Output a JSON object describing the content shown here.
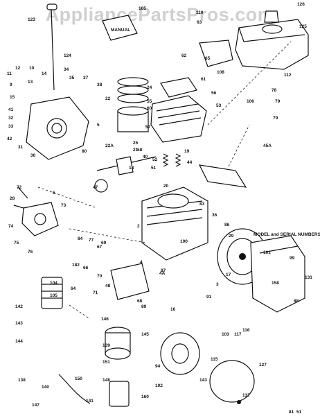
{
  "watermark": "AppliancePartsPros.com",
  "model_note": "MODEL and SERIAL NUMBERS HERE",
  "labels": [
    "165",
    "110",
    "126",
    "125",
    "123",
    "63",
    "124",
    "108",
    "112",
    "62",
    "65",
    "61",
    "11",
    "12",
    "10",
    "13",
    "14",
    "34",
    "35",
    "37",
    "38",
    "9",
    "15",
    "24",
    "55",
    "56",
    "78",
    "79",
    "41",
    "22",
    "32",
    "33",
    "57",
    "53",
    "60",
    "106",
    "42",
    "5",
    "79",
    "31",
    "30",
    "22A",
    "58",
    "25",
    "21",
    "19",
    "44",
    "45A",
    "80",
    "40",
    "52",
    "18",
    "51",
    "20",
    "6",
    "47",
    "72",
    "28",
    "73",
    "74",
    "75",
    "76",
    "77",
    "182",
    "66",
    "70",
    "71",
    "64",
    "84",
    "69",
    "67",
    "68",
    "83",
    "2",
    "4",
    "4A",
    "48",
    "36",
    "86",
    "100",
    "29",
    "101",
    "99",
    "88",
    "131",
    "89",
    "16",
    "17",
    "91",
    "103",
    "117",
    "116",
    "104",
    "105",
    "142",
    "143",
    "144",
    "145",
    "146",
    "139",
    "138",
    "150",
    "151",
    "148",
    "140",
    "141",
    "147",
    "127",
    "137",
    "143",
    "115",
    "94",
    "102",
    "160",
    "158",
    "3",
    "87",
    "81",
    "51"
  ]
}
